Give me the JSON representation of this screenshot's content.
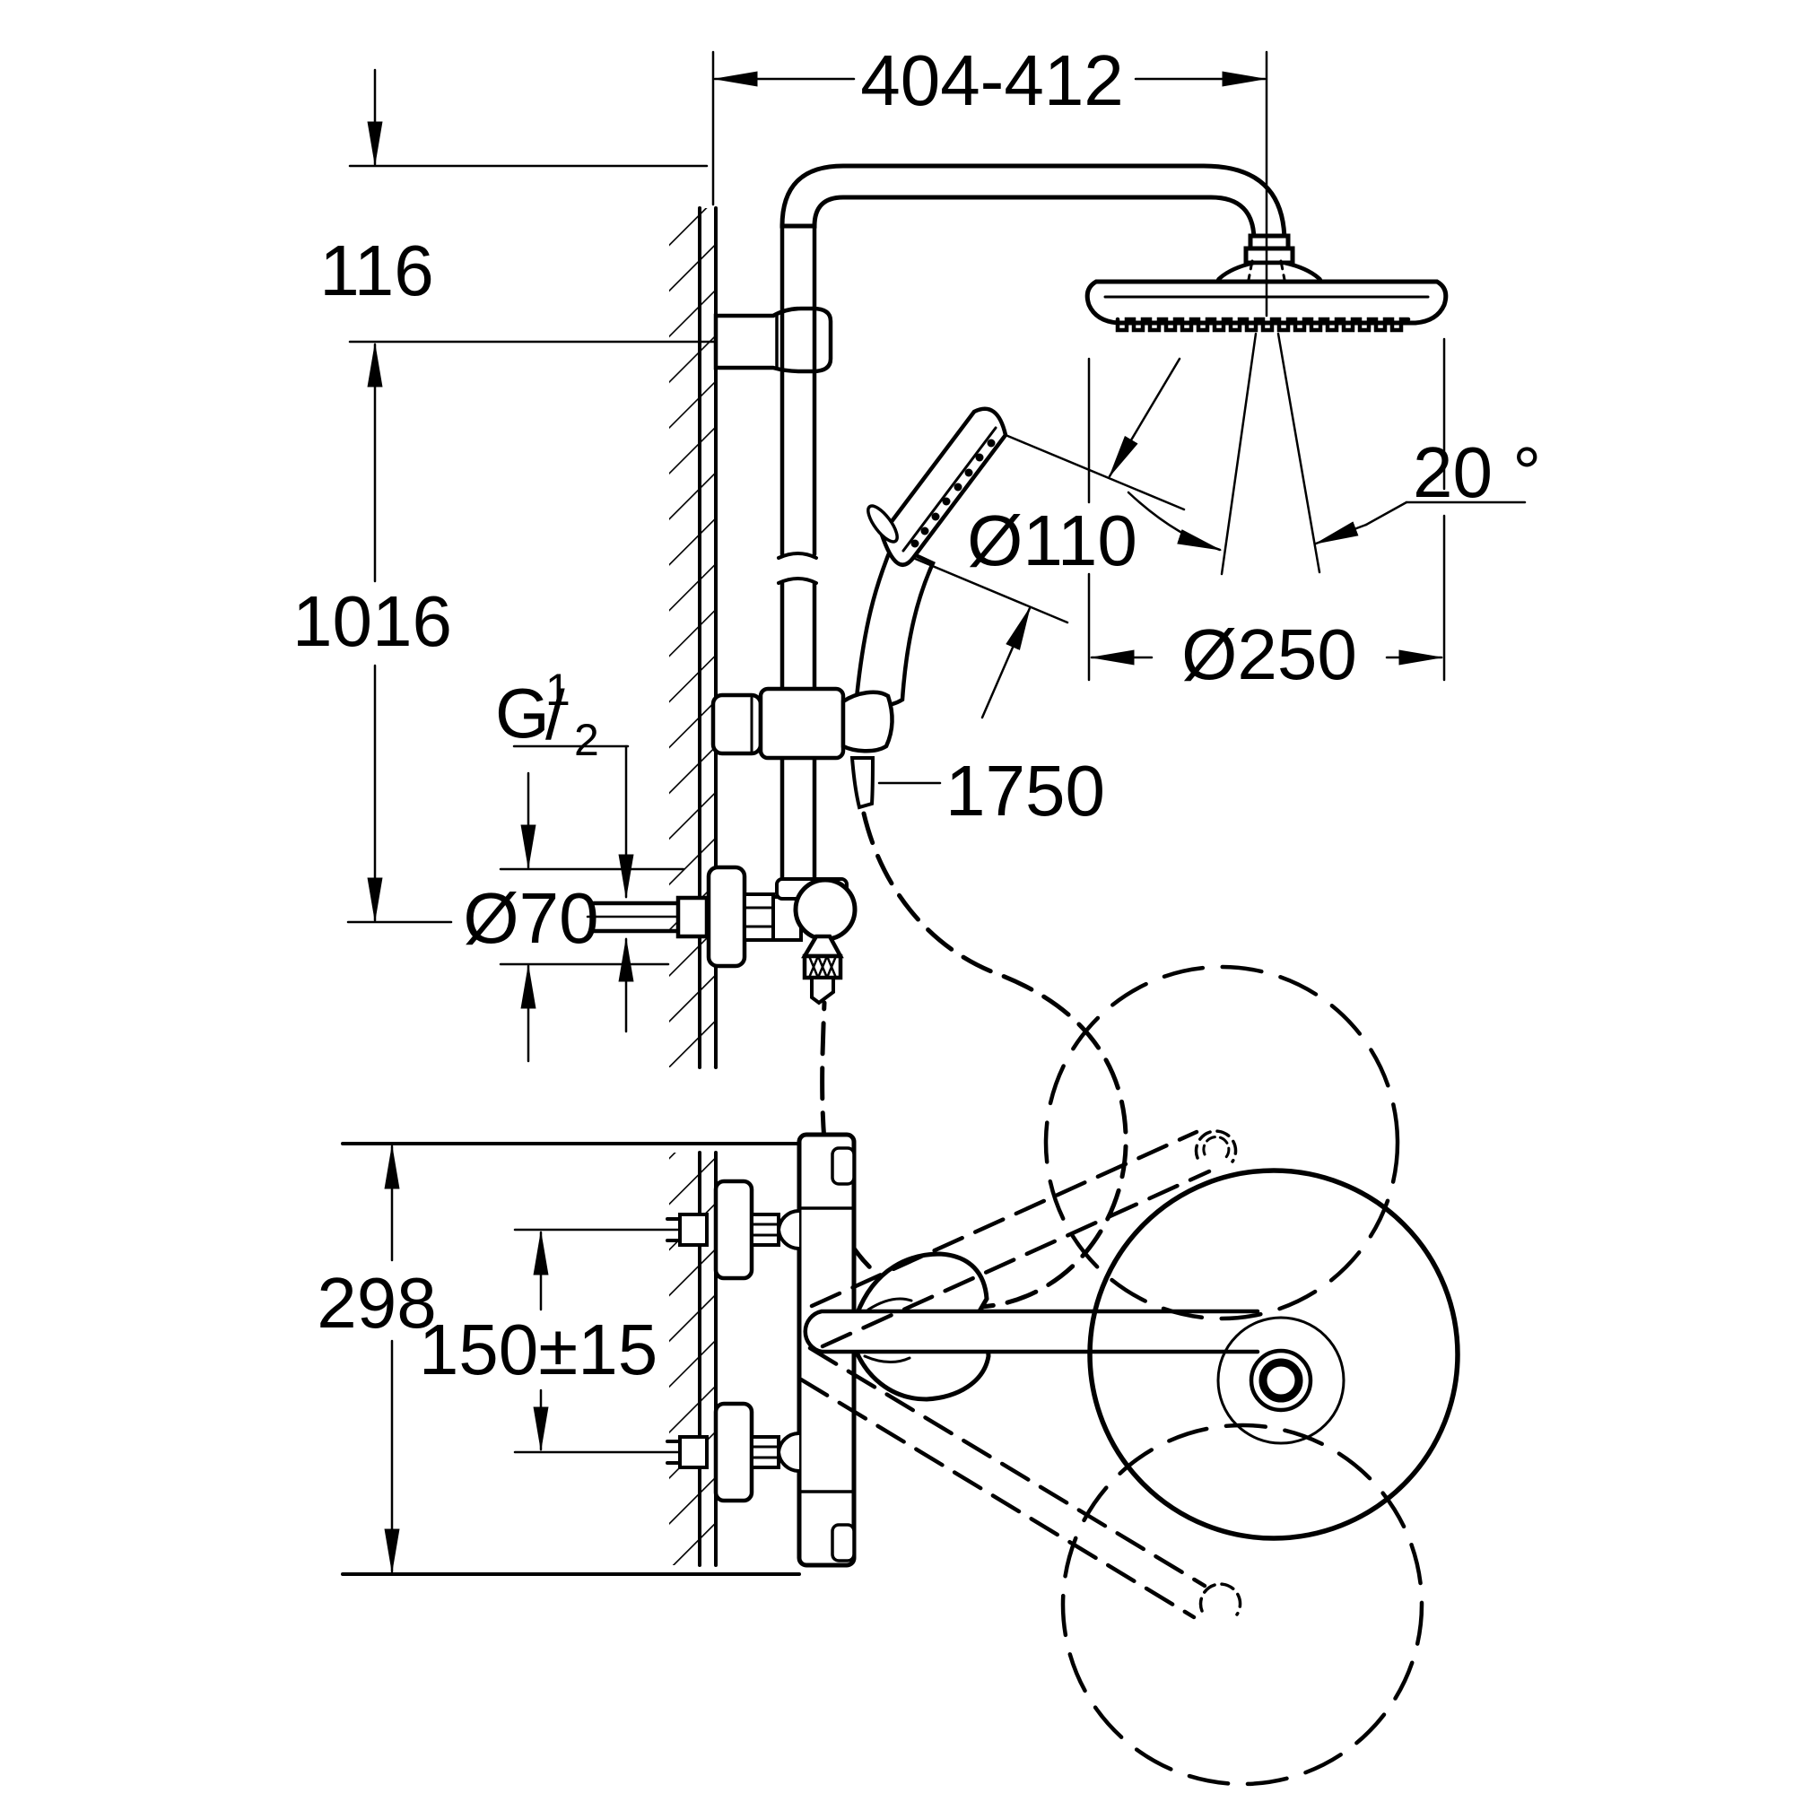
{
  "drawing": {
    "type": "technical-dimension-drawing",
    "subject": "wall-mounted shower system with thermostat, head shower and hand shower (elevation and plan view)",
    "line_color": "#000000",
    "background": "#ffffff",
    "dimensions": {
      "top_width": "404-412",
      "arm_drop": "116",
      "rail_height": "1016",
      "escutcheon_diameter": "Ø70",
      "hand_shower_diameter": "Ø110",
      "head_shower_diameter": "Ø250",
      "swivel_angle": "20 °",
      "hose_length": "1750",
      "plan_depth": "298",
      "inlet_spacing": "150±15",
      "thread": {
        "prefix": "G",
        "numerator": "1",
        "slash": "/",
        "denominator": "2"
      }
    }
  }
}
